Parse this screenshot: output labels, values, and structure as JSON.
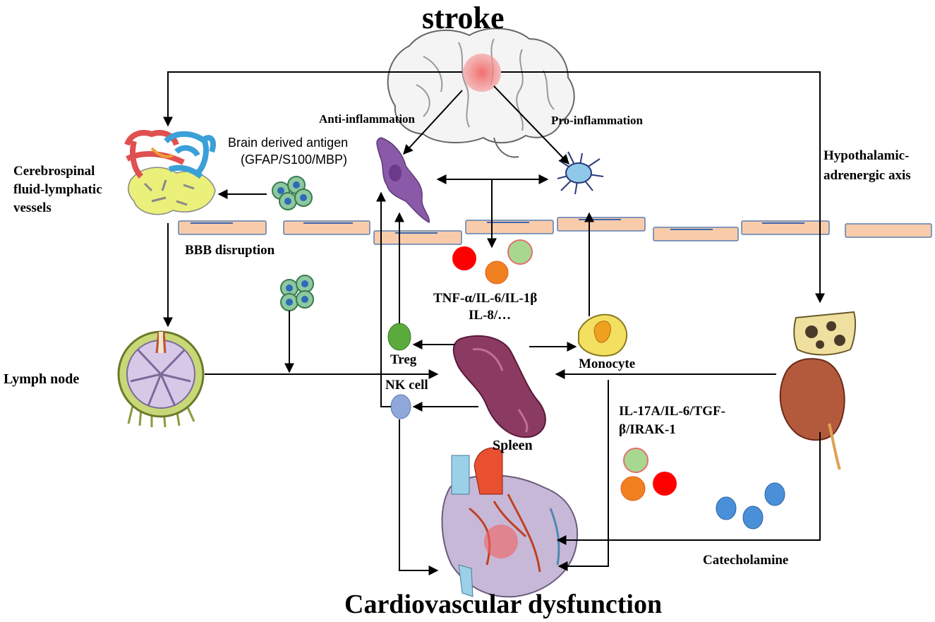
{
  "title": "stroke",
  "bottom_title": "Cardiovascular dysfunction",
  "labels": {
    "anti_inflammation": "Anti-inflammation",
    "pro_inflammation": "Pro-inflammation",
    "brain_antigen_line1": "Brain derived antigen",
    "brain_antigen_line2": "(GFAP/S100/MBP)",
    "csf_line1": "Cerebrospinal",
    "csf_line2": "fluid-lymphatic",
    "csf_line3": "vessels",
    "hpa_line1": "Hypothalamic-",
    "hpa_line2": "adrenergic axis",
    "bbb": "BBB disruption",
    "cytokines_line1": "TNF-α/IL-6/IL-1β",
    "cytokines_line2": "IL-8/…",
    "treg": "Treg",
    "monocyte": "Monocyte",
    "nk_cell": "NK cell",
    "lymph_node": "Lymph node",
    "spleen": "Spleen",
    "il17_line1": "IL-17A/IL-6/TGF-",
    "il17_line2": "β/IRAK-1",
    "catecholamine": "Catecholamine"
  },
  "colors": {
    "stroke_lesion": "#f08080",
    "bbb_cell": "#f8ccaa",
    "bbb_border": "#5b7fb0",
    "cytokine_red": "#ff0000",
    "cytokine_orange": "#f08020",
    "cytokine_green": "#a8d890",
    "treg": "#5aaa3c",
    "nk_cell": "#8fa8d8",
    "catecholamine": "#4a90d9",
    "spleen": "#8b3a62",
    "heart": "#b0a0c8",
    "kidney": "#b45a3c"
  },
  "icons": [
    "brain-icon",
    "lymphatic-vessels-icon",
    "antigen-cluster-icon",
    "macrophage-icon",
    "dendritic-cell-icon",
    "lymph-node-icon",
    "spleen-icon",
    "monocyte-icon",
    "kidney-adrenal-icon",
    "heart-icon"
  ]
}
